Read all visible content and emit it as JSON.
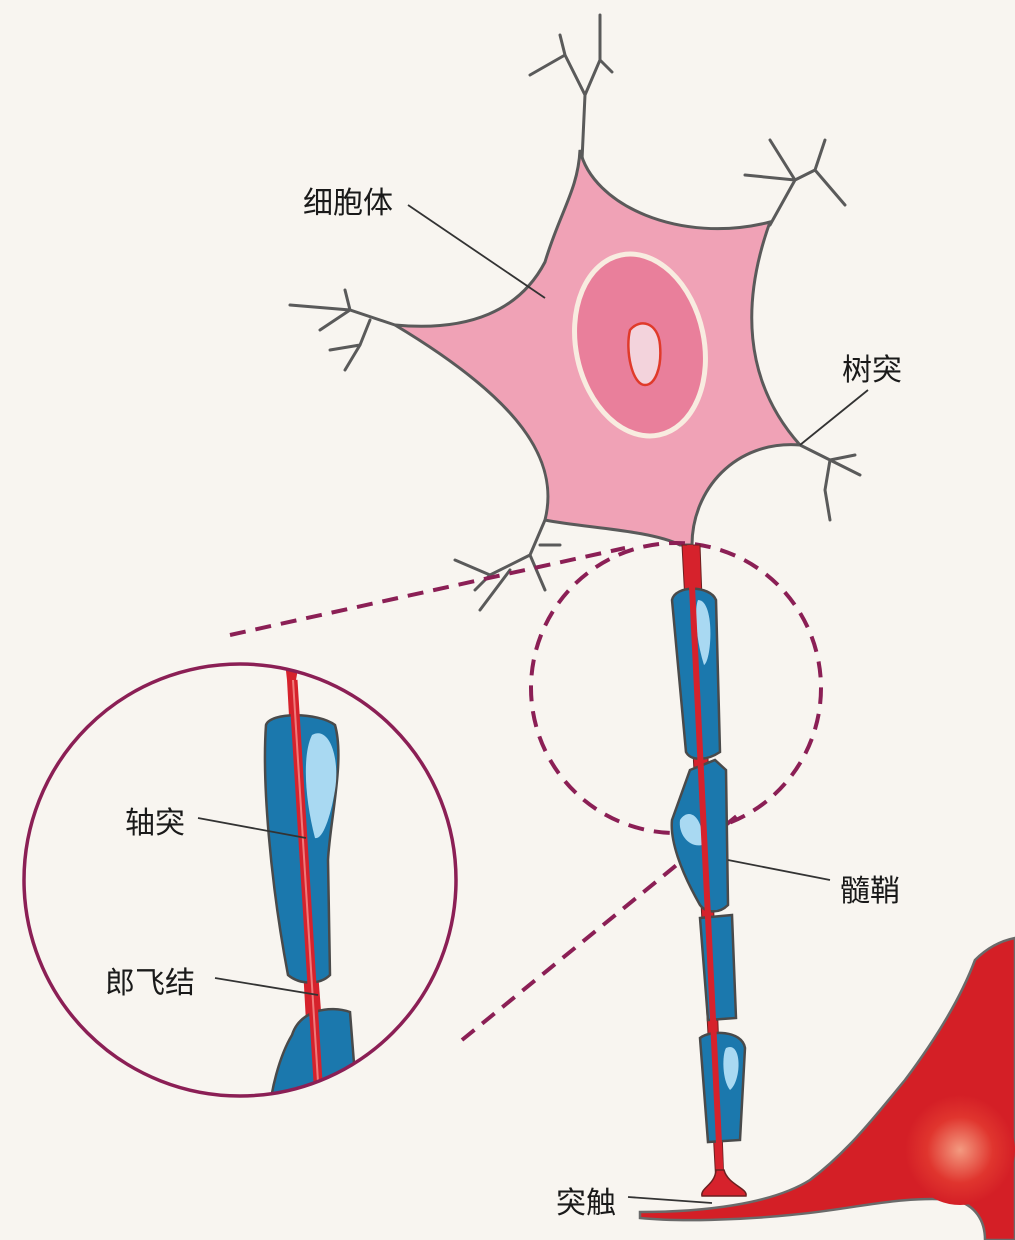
{
  "labels": {
    "cell_body": "细胞体",
    "dendrite": "树突",
    "axon": "轴突",
    "node_of_ranvier": "郎飞结",
    "myelin_sheath": "髓鞘",
    "synapse": "突触"
  },
  "colors": {
    "background": "#f8f5f0",
    "cell_body": "#f0a2b6",
    "nucleus": "#e97f9b",
    "axon": "#d6222c",
    "myelin": "#1b78ad",
    "myelin_highlight": "#a9d9f2",
    "magnifier": "#8b1f55"
  }
}
